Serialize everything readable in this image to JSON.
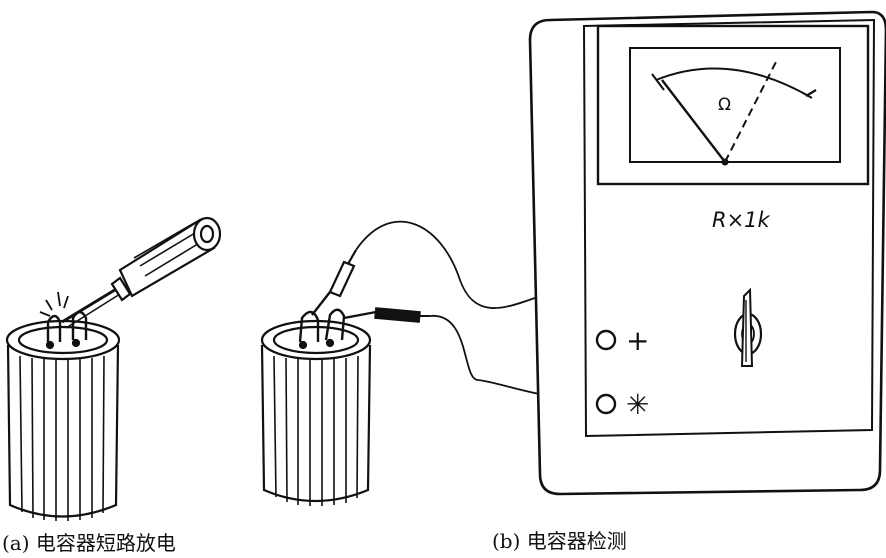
{
  "captions": {
    "a": "(a)  电容器短路放电",
    "b": "(b)  电容器检测"
  },
  "meter": {
    "scale_symbol": "Ω",
    "range_label": "R×1k",
    "terminal_positive": "+",
    "terminal_common": "✳"
  },
  "colors": {
    "ink": "#111111",
    "background": "#ffffff"
  }
}
